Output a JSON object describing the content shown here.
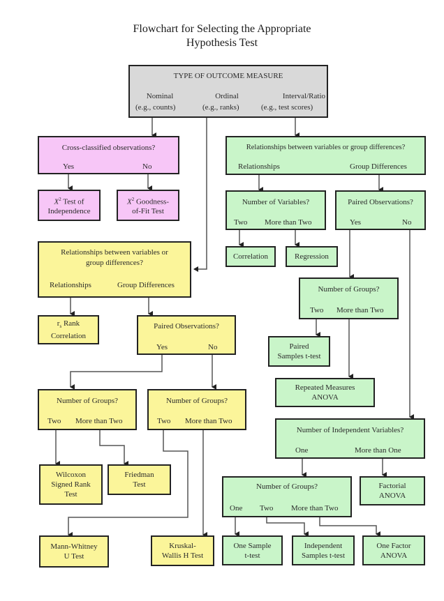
{
  "title": {
    "line1": "Flowchart for Selecting the Appropriate",
    "line2": "Hypothesis Test"
  },
  "colors": {
    "gray": "#d9d9d9",
    "pink": "#f7c6f7",
    "green": "#c9f5c9",
    "yellow": "#fbf59a",
    "border": "#222222"
  },
  "root": {
    "heading": "TYPE OF OUTCOME MEASURE",
    "nominal": "Nominal",
    "nominal_eg": "(e.g., counts)",
    "ordinal": "Ordinal",
    "ordinal_eg": "(e.g., ranks)",
    "interval": "Interval/Ratio",
    "interval_eg": "(e.g., test scores)"
  },
  "nominal": {
    "question": "Cross-classified observations?",
    "yes": "Yes",
    "no": "No",
    "chi_symbol": "X",
    "chi_sup": "2",
    "independence_1": "Test of",
    "independence_2": "Independence",
    "goodness_1": "Goodness-",
    "goodness_2": "of-Fit Test"
  },
  "interval": {
    "question": "Relationships between variables or group differences?",
    "relationships": "Relationships",
    "group_differences": "Group Differences",
    "numvars_q": "Number of Variables?",
    "two": "Two",
    "more_than_two": "More than Two",
    "correlation": "Correlation",
    "regression": "Regression",
    "paired_q": "Paired Observations?",
    "yes": "Yes",
    "no": "No",
    "groups_q": "Number of Groups?",
    "groups_two": "Two",
    "groups_more": "More than Two",
    "paired_t_1": "Paired",
    "paired_t_2": "Samples t-test",
    "rm_anova_1": "Repeated Measures",
    "rm_anova_2": "ANOVA",
    "indvars_q": "Number of Independent Variables?",
    "one": "One",
    "more_than_one": "More than One",
    "factorial_1": "Factorial",
    "factorial_2": "ANOVA",
    "groups2_q": "Number of Groups?",
    "g2_one": "One",
    "g2_two": "Two",
    "g2_more": "More than Two",
    "one_sample_1": "One Sample",
    "one_sample_2": "t-test",
    "indep_1": "Independent",
    "indep_2": "Samples t-test",
    "one_factor_1": "One Factor",
    "one_factor_2": "ANOVA"
  },
  "ordinal": {
    "question_1": "Relationships between variables or",
    "question_2": "group differences?",
    "relationships": "Relationships",
    "group_differences": "Group Differences",
    "rank_symbol": "r",
    "rank_sub": "s",
    "rank_1": "Rank",
    "rank_2": "Correlation",
    "paired_q": "Paired Observations?",
    "yes": "Yes",
    "no": "No",
    "groupsA_q": "Number of Groups?",
    "a_two": "Two",
    "a_more": "More than Two",
    "groupsB_q": "Number of Groups?",
    "b_two": "Two",
    "b_more": "More than Two",
    "wilcoxon_1": "Wilcoxon",
    "wilcoxon_2": "Signed Rank",
    "wilcoxon_3": "Test",
    "friedman_1": "Friedman",
    "friedman_2": "Test",
    "mann_1": "Mann-Whitney",
    "mann_2": "U Test",
    "kruskal_1": "Kruskal-",
    "kruskal_2": "Wallis H Test"
  }
}
